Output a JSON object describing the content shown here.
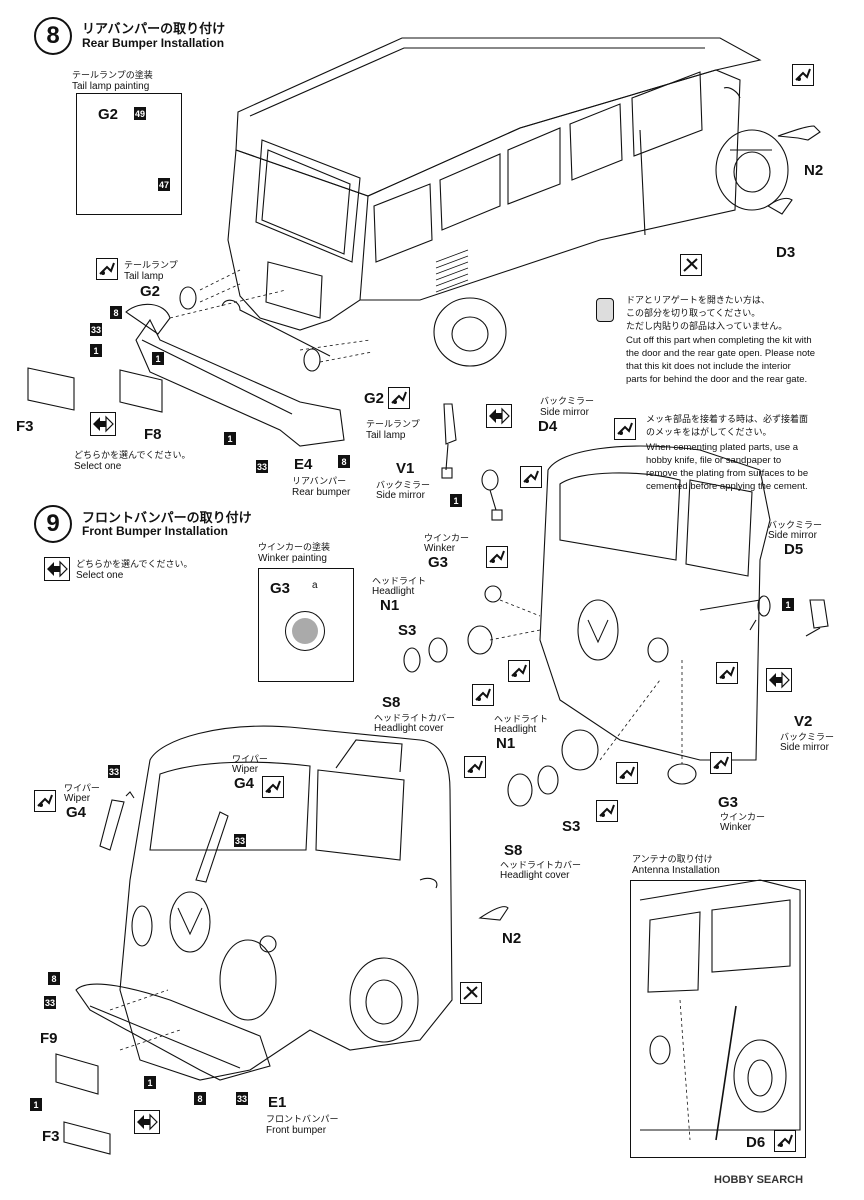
{
  "step8": {
    "number": "8",
    "title_jp": "リアバンパーの取り付け",
    "title_en": "Rear Bumper Installation",
    "tail_painting_jp": "テールランプの塗装",
    "tail_painting_en": "Tail lamp painting",
    "tail_box_part": "G2",
    "color_a": "49",
    "color_b": "47",
    "tail_lamp_jp": "テールランプ",
    "tail_lamp_en": "Tail lamp",
    "part_g2_left": "G2",
    "part_g2_right": "G2",
    "tail_lamp2_jp": "テールランプ",
    "tail_lamp2_en": "Tail lamp",
    "n_8a": "8",
    "n_33a": "33",
    "n_1a": "1",
    "n_1b": "1",
    "n_33b": "33",
    "n_8b": "8",
    "n_1c": "1",
    "part_f3": "F3",
    "part_f8": "F8",
    "select_jp": "どちらかを選んでください。",
    "select_en": "Select one",
    "part_e4": "E4",
    "rear_bumper_jp": "リアバンパー",
    "rear_bumper_en": "Rear bumper",
    "part_n2": "N2",
    "part_d3": "D3",
    "door_note_jp": [
      "ドアとリアゲートを開きたい方は、",
      "この部分を切り取ってください。",
      "ただし内貼りの部品は入っていません。"
    ],
    "door_note_en": [
      "Cut off this part when completing the kit with",
      "the door and the rear gate open. Please note",
      "that this kit does not include the interior",
      "parts for behind the door and the rear gate."
    ],
    "mirror_jp": "バックミラー",
    "mirror_en": "Side mirror",
    "part_d4": "D4",
    "part_v1": "V1",
    "mirror2_jp": "バックミラー",
    "mirror2_en": "Side mirror",
    "plated_note_jp": [
      "メッキ部品を接着する時は、必ず接着面",
      "のメッキをはがしてください。"
    ],
    "plated_note_en": [
      "When cementing plated parts, use a",
      "hobby knife, file or sandpaper to",
      "remove the plating from surfaces to be",
      "cemented before applying the cement."
    ]
  },
  "step9": {
    "number": "9",
    "title_jp": "フロントバンパーの取り付け",
    "title_en": "Front Bumper Installation",
    "select_jp": "どちらかを選んでください。",
    "select_en": "Select one",
    "winker_painting_jp": "ウインカーの塗装",
    "winker_painting_en": "Winker painting",
    "winker_box_part": "G3",
    "winker_color": "a",
    "winker_jp": "ウインカー",
    "winker_en": "Winker",
    "part_g3_top": "G3",
    "headlight_jp": "ヘッドライト",
    "headlight_en": "Headlight",
    "part_n1_top": "N1",
    "part_s3_top": "S3",
    "part_s8_top": "S8",
    "hl_cover_jp": "ヘッドライトカバー",
    "hl_cover_en": "Headlight cover",
    "headlight2_jp": "ヘッドライト",
    "headlight2_en": "Headlight",
    "part_n1_bot": "N1",
    "part_s3_bot": "S3",
    "part_s8_bot": "S8",
    "hl_cover2_jp": "ヘッドライトカバー",
    "hl_cover2_en": "Headlight cover",
    "mirror_d5_jp": "バックミラー",
    "mirror_d5_en": "Side mirror",
    "part_d5": "D5",
    "n_1d": "1",
    "part_v2": "V2",
    "mirror_v2_jp": "バックミラー",
    "mirror_v2_en": "Side mirror",
    "part_g3_bot": "G3",
    "winker2_jp": "ウインカー",
    "winker2_en": "Winker",
    "wiper_jp": "ワイパー",
    "wiper_en": "Wiper",
    "part_g4_left": "G4",
    "wiper2_jp": "ワイパー",
    "wiper2_en": "Wiper",
    "part_g4_mid": "G4",
    "n_33c": "33",
    "n_33d": "33",
    "part_n2": "N2",
    "n_8c": "8",
    "n_33e": "33",
    "part_f9": "F9",
    "n_1e": "1",
    "n_8d": "8",
    "n_33f": "33",
    "n_1f": "1",
    "part_e1": "E1",
    "front_bumper_jp": "フロントバンパー",
    "front_bumper_en": "Front bumper",
    "part_f3": "F3",
    "antenna_jp": "アンテナの取り付け",
    "antenna_en": "Antenna Installation",
    "part_d6": "D6"
  },
  "watermark": "HOBBY SEARCH"
}
